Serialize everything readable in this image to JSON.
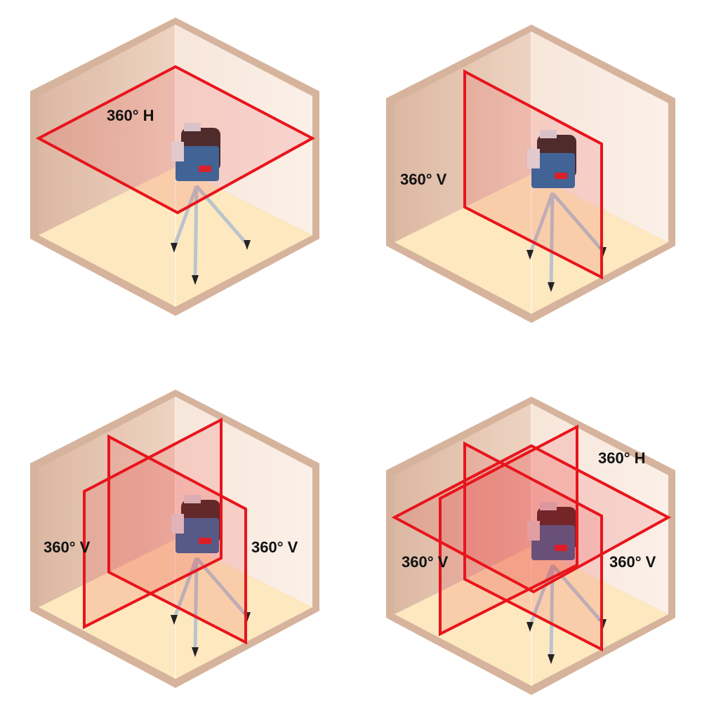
{
  "colors": {
    "laser": "#e8141c",
    "floor": "#fde8bf",
    "wall_left": "#e6c4b0",
    "wall_right": "#f6e3d6",
    "rim": "#d6b39c",
    "tool_blue": "#2a6fa8"
  },
  "panels": [
    {
      "name": "horizontal",
      "labels": [
        "360° H"
      ]
    },
    {
      "name": "vertical",
      "labels": [
        "360° V"
      ]
    },
    {
      "name": "two-vertical",
      "labels": [
        "360° V",
        "360° V"
      ]
    },
    {
      "name": "three-plane",
      "labels": [
        "360° H",
        "360° V",
        "360° V"
      ]
    }
  ]
}
